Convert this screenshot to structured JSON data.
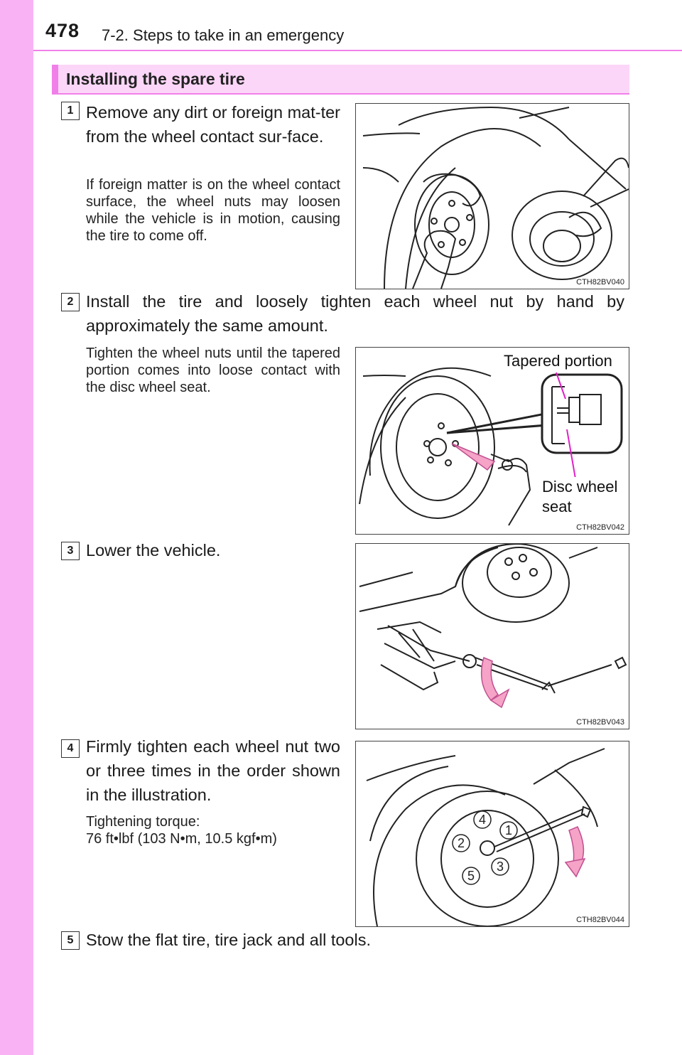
{
  "header": {
    "page_number": "478",
    "section_title": "7-2. Steps to take in an emergency"
  },
  "heading": "Installing the spare tire",
  "steps": [
    {
      "number": "1",
      "text": "Remove any dirt or foreign mat-ter from the wheel contact sur-face.",
      "note": "If foreign matter is on the wheel contact surface, the wheel nuts may loosen while the vehicle is in motion, causing the tire to come off.",
      "figure_code": "CTH82BV040"
    },
    {
      "number": "2",
      "text": "Install the tire and loosely tighten each wheel nut by hand by approximately the same amount.",
      "note": "Tighten the wheel nuts until the tapered portion comes into loose contact with the disc wheel seat.",
      "figure_code": "CTH82BV042",
      "callouts": [
        "Tapered portion",
        "Disc wheel seat"
      ]
    },
    {
      "number": "3",
      "text": "Lower the vehicle.",
      "figure_code": "CTH82BV043"
    },
    {
      "number": "4",
      "text": "Firmly tighten each wheel nut two or three times in the order shown in the illustration.",
      "note_label": "Tightening torque:",
      "note_value": "76 ft•lbf (103 N•m, 10.5 kgf•m)",
      "figure_code": "CTH82BV044",
      "nut_order": [
        "1",
        "2",
        "3",
        "4",
        "5"
      ]
    },
    {
      "number": "5",
      "text": "Stow the flat tire, tire jack and all tools."
    }
  ],
  "colors": {
    "accent": "#f080e8",
    "side_strip": "#f9b3f5",
    "heading_fill": "#fcd6f8",
    "arrow_fill": "#f5a3c7"
  }
}
